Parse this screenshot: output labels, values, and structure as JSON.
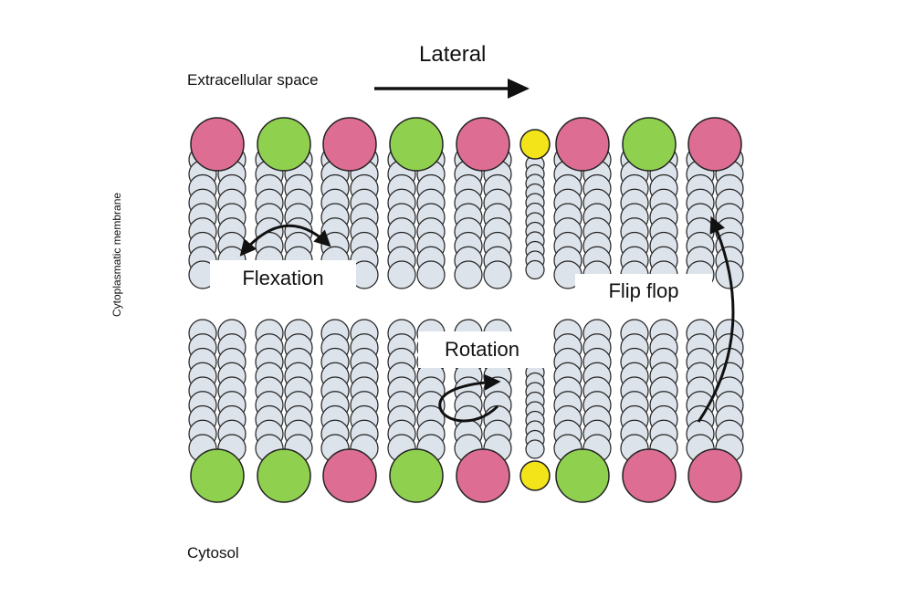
{
  "labels": {
    "extracellular": "Extracellular space",
    "lateral": "Lateral",
    "cytosol": "Cytosol",
    "membrane": "Cytoplasmatic membrane",
    "flexation": "Flexation",
    "rotation": "Rotation",
    "flip_flop": "Flip flop"
  },
  "watermark_id": "#716503700",
  "colors": {
    "pink": "#dd6d93",
    "green": "#8fd14f",
    "yellow": "#f3e41a",
    "tail": "#dde3ea",
    "outline": "#222222"
  },
  "membrane": {
    "upper_heads": [
      "pink",
      "green",
      "pink",
      "green",
      "pink",
      "yellow",
      "pink",
      "green",
      "pink"
    ],
    "lower_heads": [
      "green",
      "green",
      "pink",
      "green",
      "pink",
      "yellow",
      "green",
      "pink",
      "pink"
    ]
  }
}
